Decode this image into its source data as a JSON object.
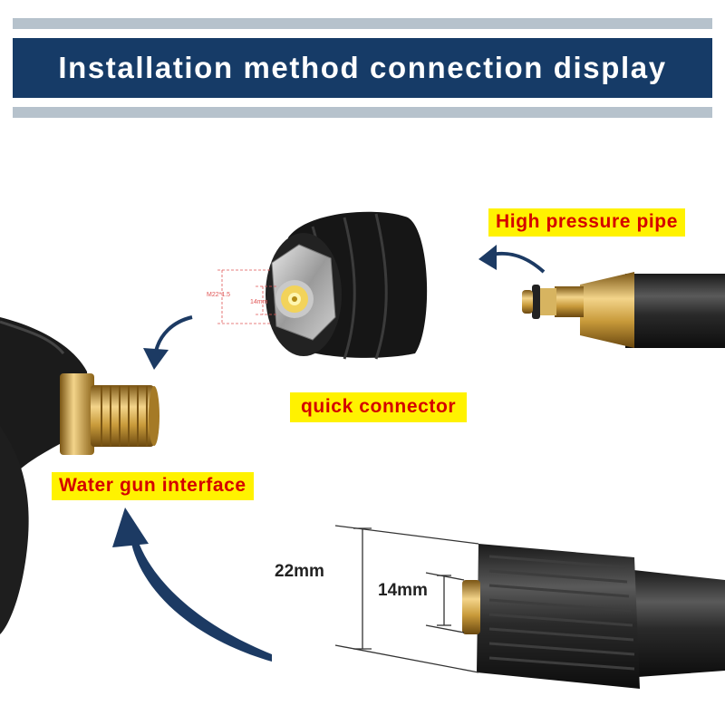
{
  "banner": {
    "title": "Installation method connection display"
  },
  "labels": {
    "high_pressure_pipe": "High pressure pipe",
    "quick_connector": "quick connector",
    "water_gun_interface": "Water gun interface"
  },
  "dimensions": {
    "outer": "22mm",
    "inner": "14mm",
    "connector_thread": "M22*1.5",
    "connector_inner": "14mm"
  },
  "colors": {
    "banner_bg": "#163b67",
    "stripe": "#b6c2cc",
    "label_bg": "#fff200",
    "label_text": "#d40000",
    "arrow": "#1c3a63",
    "brass": "#c89a3a"
  }
}
